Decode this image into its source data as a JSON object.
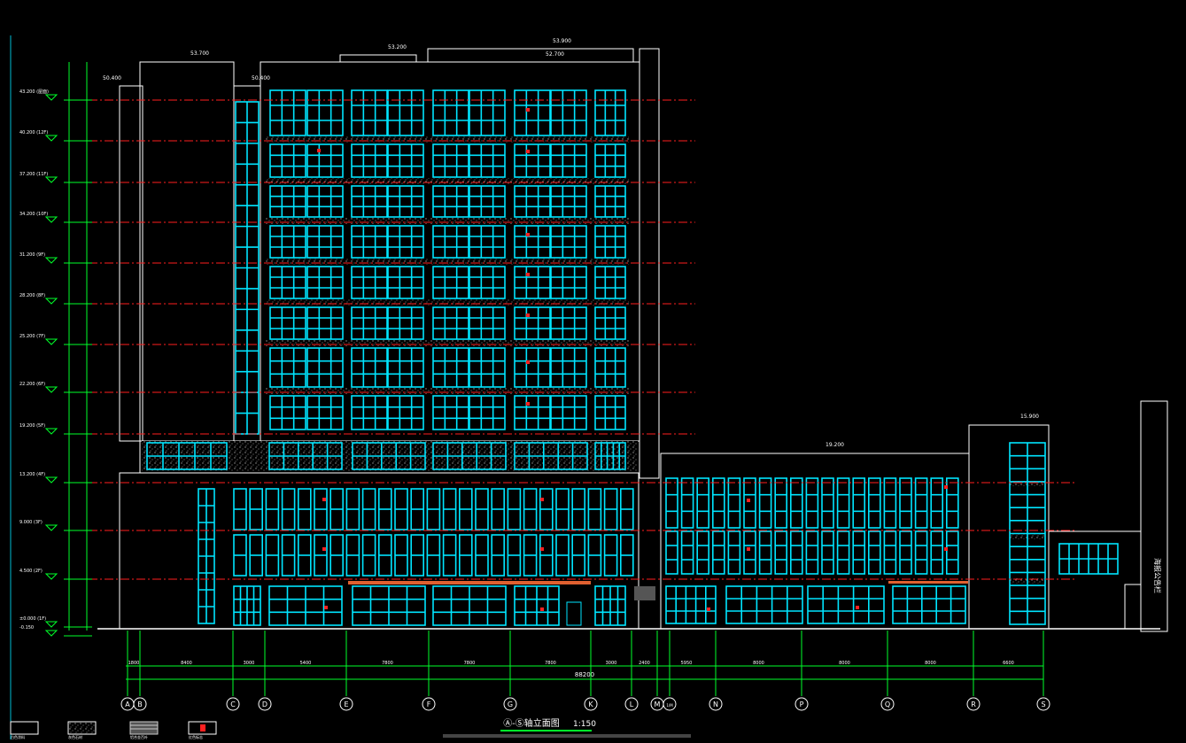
{
  "drawing": {
    "title": "Ⓐ-Ⓢ轴立面图",
    "scale": "1:150",
    "overall_dimension": "88200",
    "axes": [
      "A",
      "B",
      "C",
      "D",
      "E",
      "F",
      "G",
      "K",
      "L",
      "M",
      "1/M",
      "N",
      "P",
      "Q",
      "R",
      "S"
    ],
    "bottom_dimensions": [
      "1800",
      "8400",
      "3000",
      "5400",
      "7800",
      "7800",
      "7800",
      "3000",
      "2400",
      "5950",
      "8000",
      "8000",
      "8000",
      "6600"
    ],
    "level_labels": [
      "43.200 (屋面)",
      "40.200 (12F)",
      "37.200 (11F)",
      "34.200 (10F)",
      "31.200 (9F)",
      "28.200 (8F)",
      "25.200 (7F)",
      "22.200 (6F)",
      "19.200 (5F)",
      "13.200 (4F)",
      "9.000 (3F)",
      "4.500 (2F)",
      "±0.000 (1F)",
      "-0.150"
    ],
    "top_elevations": [
      "53.700",
      "53.200",
      "53.900",
      "52.700",
      "50.400",
      "50.400"
    ],
    "annex_elevations": [
      "19.200",
      "15.900"
    ],
    "side_vertical_label": "海报公告栏",
    "legend": [
      "白色涂料",
      "灰色石材",
      "铝合金百叶",
      "红色标志"
    ],
    "colors": {
      "background": "#000000",
      "outline": "#ffffff",
      "glazing": "#00e5ff",
      "dimension": "#00ff2a",
      "axis_line": "#00ff2a",
      "floor_line": "#ff1e1e",
      "marker": "#ff2020",
      "canopy": "#e06030"
    }
  }
}
